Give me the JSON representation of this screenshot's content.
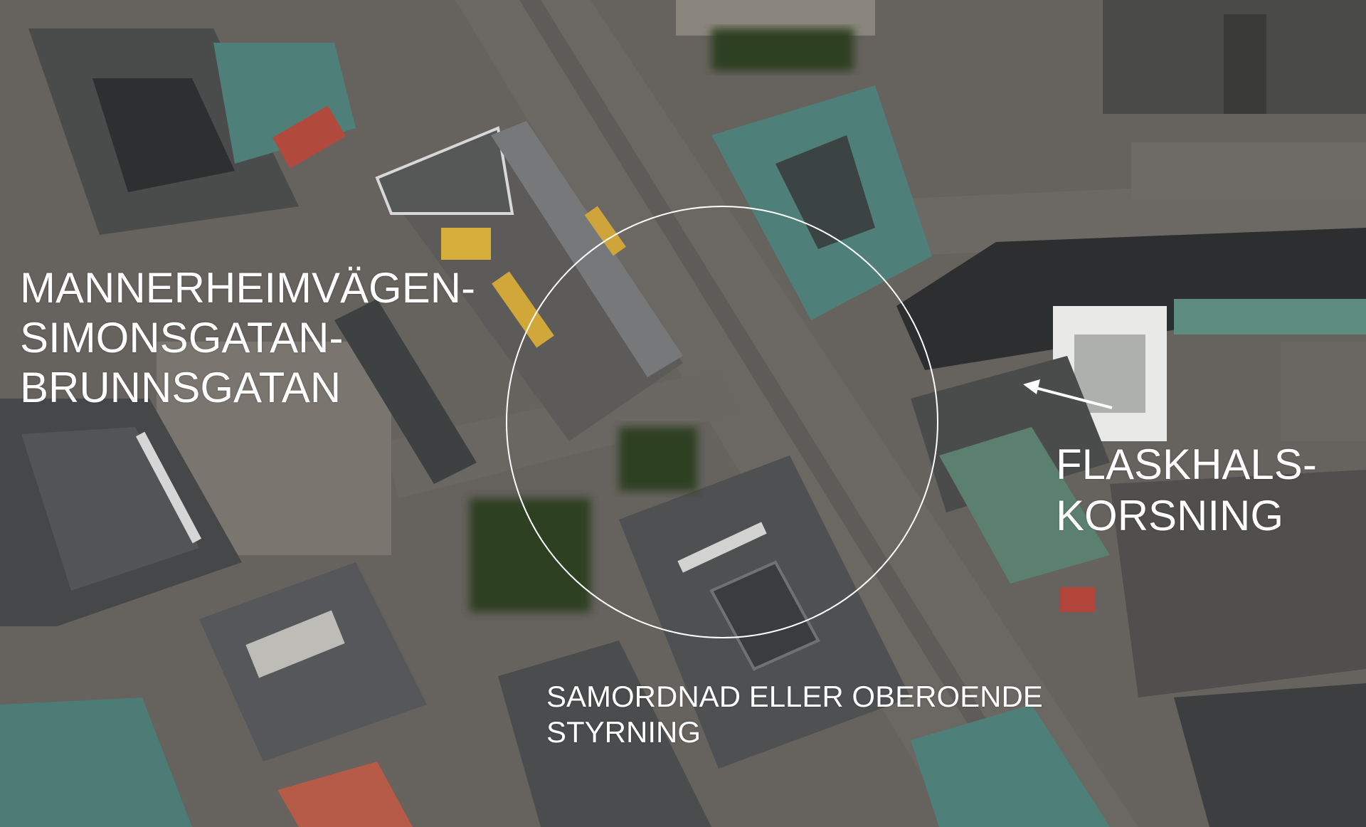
{
  "labels": {
    "intersection": [
      "MANNERHEIMVÄGEN-",
      "SIMONSGATAN-",
      "BRUNNSGATAN"
    ],
    "bottleneck": [
      "FLASKHALS-",
      "KORSNING"
    ],
    "control": [
      "SAMORDNAD ELLER OBEROENDE",
      "STYRNING"
    ]
  },
  "colors": {
    "label_text": "#ffffff",
    "circle_stroke": "#ffffff",
    "arrow": "#ffffff",
    "road": "#6b6763",
    "roof_teal": "#4e7f78",
    "roof_dark": "#3e4142",
    "tree": "#2f4124"
  },
  "annotations": {
    "highlight": "circle-outline",
    "pointer": "arrow-left"
  }
}
